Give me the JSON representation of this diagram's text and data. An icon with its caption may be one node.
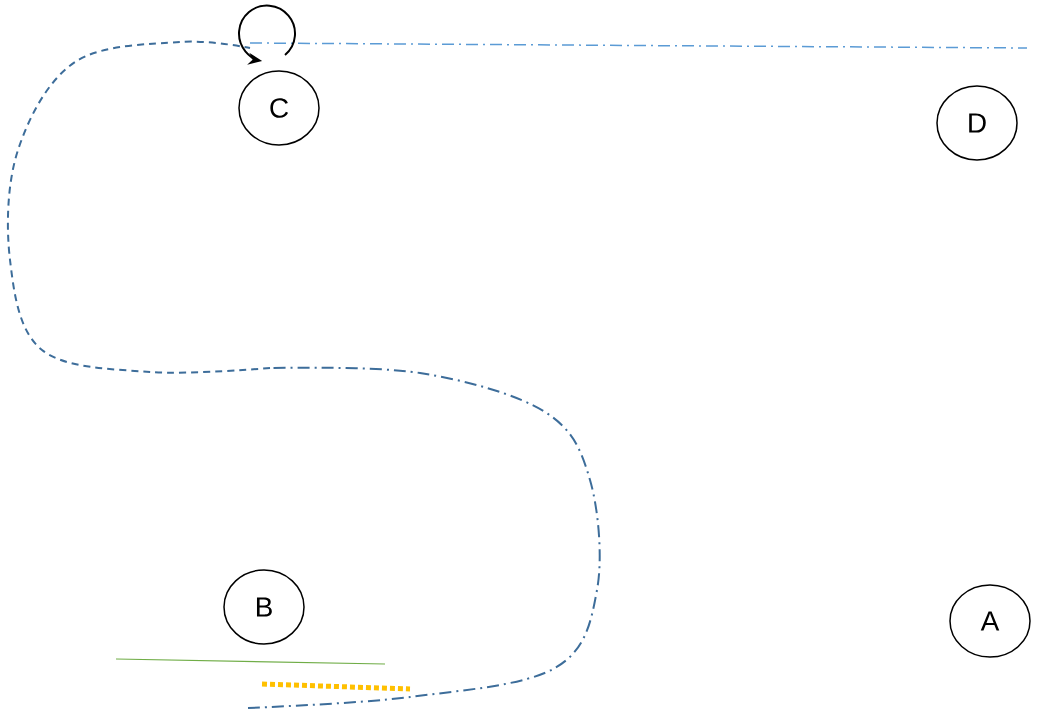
{
  "diagram": {
    "nodes": [
      {
        "text": [
          "C"
        ]
      },
      {
        "text": [
          "D"
        ]
      },
      {
        "text": [
          "B"
        ]
      },
      {
        "text": [
          "A"
        ]
      }
    ]
  }
}
